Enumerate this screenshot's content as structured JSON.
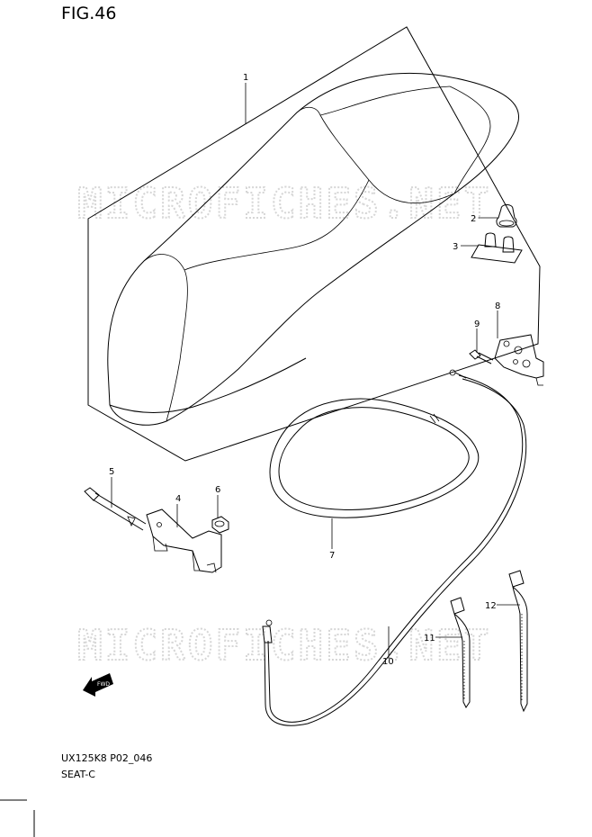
{
  "figure": {
    "title": "FIG.46",
    "code": "UX125K8 P02_046",
    "name": "SEAT-C"
  },
  "watermark": "MICROFICHES.NET",
  "fwd_label": "FWD",
  "callouts": [
    "1",
    "2",
    "3",
    "4",
    "5",
    "6",
    "7",
    "8",
    "9",
    "10",
    "11",
    "12"
  ]
}
